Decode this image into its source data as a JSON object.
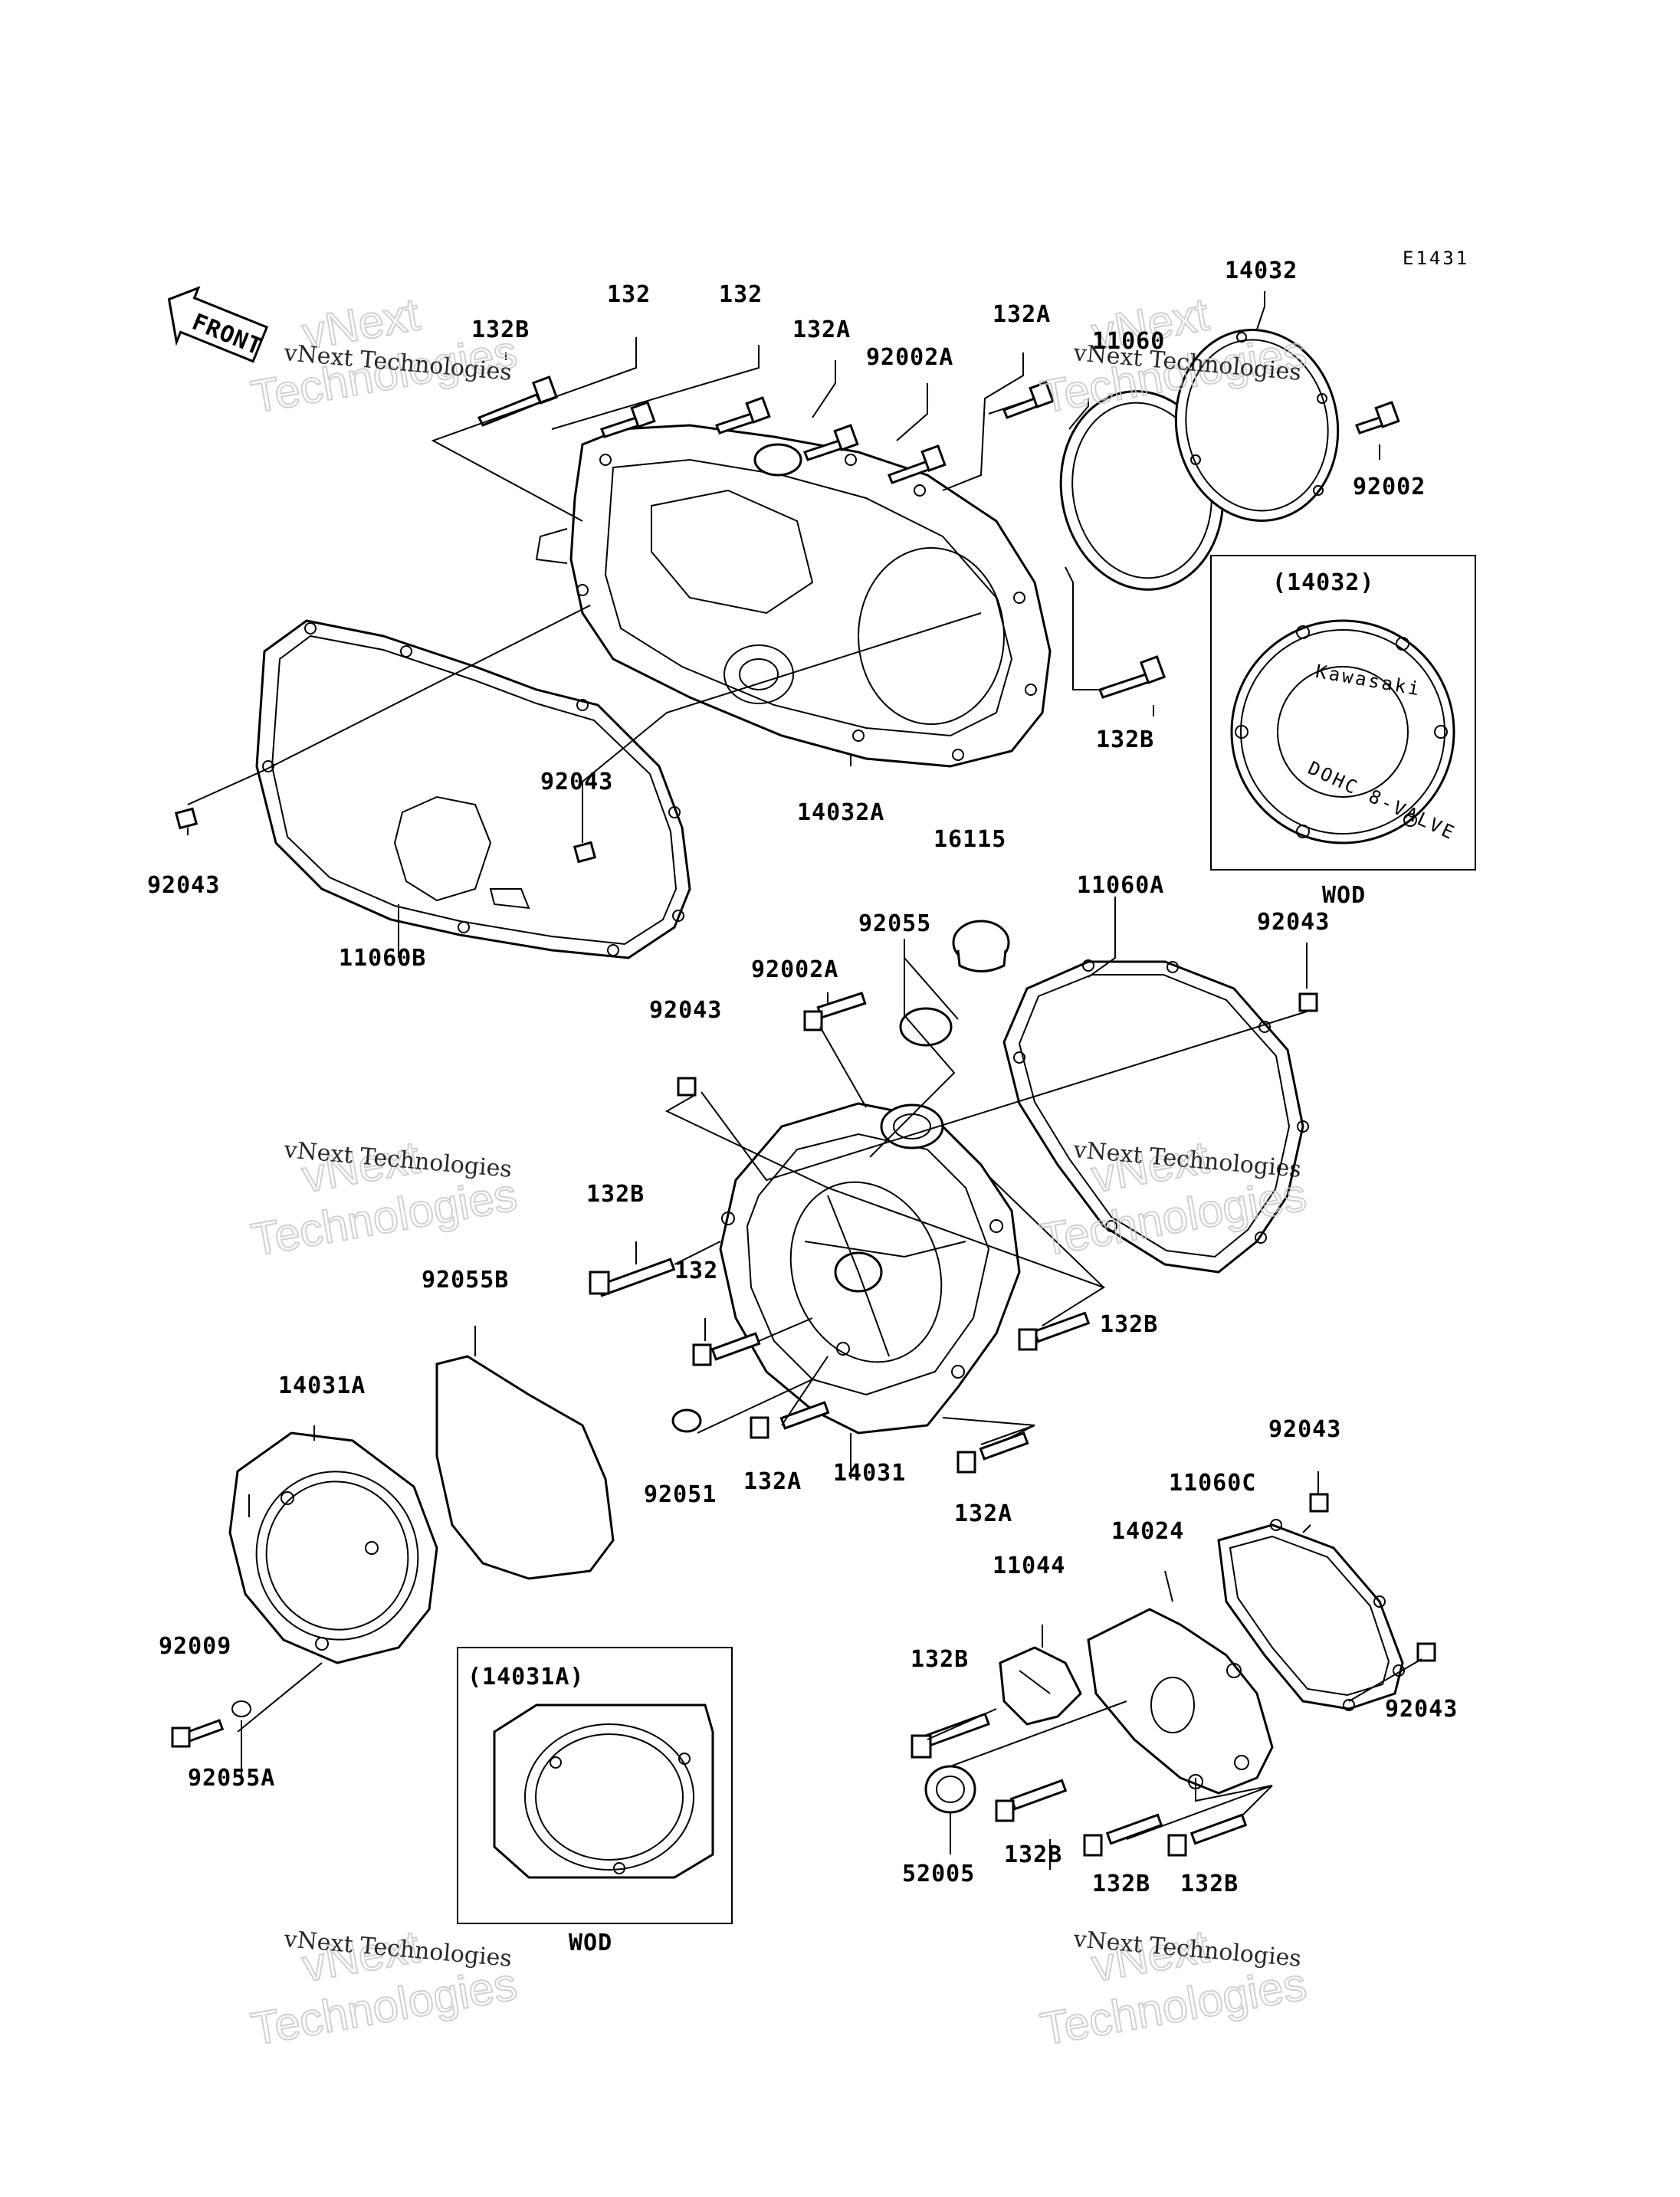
{
  "diagram_code": "E1431",
  "front_label": "FRONT",
  "watermark": {
    "line1": "vNext Technologies",
    "big_a": "vNext",
    "big_b": "Technologies"
  },
  "inset_upper": {
    "ref": "(14032)",
    "caption": "WOD",
    "badge_top": "Kawasaki",
    "badge_bottom": "DOHC 8-VALVE"
  },
  "inset_lower": {
    "ref": "(14031A)",
    "caption": "WOD"
  },
  "labels": {
    "l_132B_1": "132B",
    "l_132_1": "132",
    "l_132_2": "132",
    "l_132A_1": "132A",
    "l_92002A_1": "92002A",
    "l_132A_2": "132A",
    "l_11060_top": "11060",
    "l_14032": "14032",
    "l_92002": "92002",
    "l_132B_2": "132B",
    "l_14032A": "14032A",
    "l_92043_1": "92043",
    "l_92043_2": "92043",
    "l_11060B": "11060B",
    "l_16115": "16115",
    "l_11060A": "11060A",
    "l_92043_3": "92043",
    "l_92055": "92055",
    "l_92002A_2": "92002A",
    "l_92043_4": "92043",
    "l_132B_3": "132B",
    "l_92055B": "92055B",
    "l_132_3": "132",
    "l_132B_4": "132B",
    "l_14031A": "14031A",
    "l_92051": "92051",
    "l_132A_3": "132A",
    "l_14031": "14031",
    "l_132A_4": "132A",
    "l_92043_5": "92043",
    "l_11060C": "11060C",
    "l_14024": "14024",
    "l_11044": "11044",
    "l_92009": "92009",
    "l_92055A": "92055A",
    "l_132B_5": "132B",
    "l_92043_6": "92043",
    "l_52005": "52005",
    "l_132B_6": "132B",
    "l_132B_7": "132B",
    "l_132B_8": "132B"
  }
}
